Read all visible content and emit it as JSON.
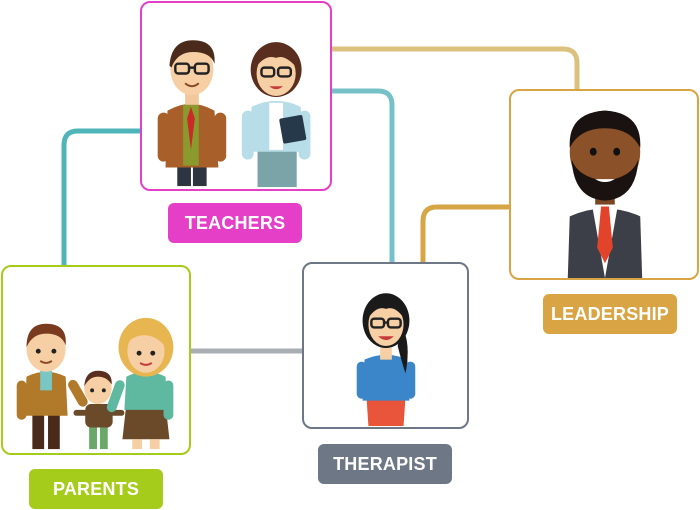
{
  "diagram": {
    "nodes": [
      {
        "id": "teachers",
        "label": "TEACHERS",
        "color": "#e43fc6",
        "icon": "teachers-illustration"
      },
      {
        "id": "leadership",
        "label": "LEADERSHIP",
        "color": "#d9a443",
        "icon": "leadership-illustration"
      },
      {
        "id": "parents",
        "label": "PARENTS",
        "color": "#a6cc1b",
        "icon": "parents-illustration"
      },
      {
        "id": "therapist",
        "label": "THERAPIST",
        "color": "#6e7786",
        "icon": "therapist-illustration"
      }
    ],
    "connectors": [
      {
        "from": "teachers",
        "to": "leadership",
        "color": "#dcc07e"
      },
      {
        "from": "teachers",
        "to": "therapist",
        "color": "#76c1c8"
      },
      {
        "from": "teachers",
        "to": "parents",
        "color": "#4fb5b9"
      },
      {
        "from": "parents",
        "to": "therapist",
        "color": "#a9adb4"
      },
      {
        "from": "therapist",
        "to": "leadership",
        "color": "#d5a546"
      }
    ]
  }
}
